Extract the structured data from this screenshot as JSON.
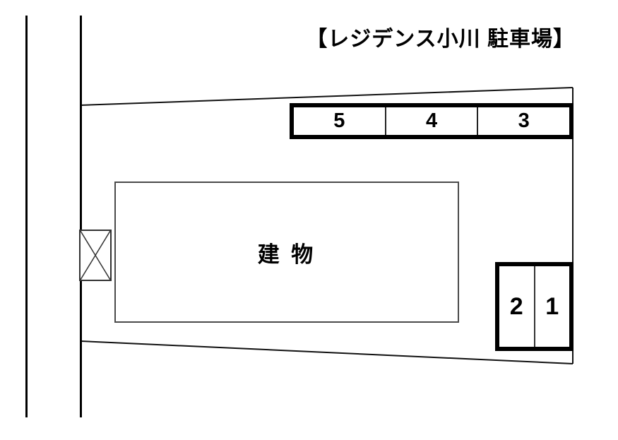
{
  "title": "【レジデンス小川 駐車場】",
  "building": {
    "label": "建 物"
  },
  "parking": {
    "top_row": {
      "spaces": [
        "5",
        "4",
        "3"
      ]
    },
    "bottom_block": {
      "spaces": [
        "2",
        "1"
      ]
    }
  },
  "colors": {
    "background": "#ffffff",
    "road_line": "#000000",
    "boundary_line": "#111111",
    "thick_block_border": "#000000",
    "building_border": "#4a4a4a",
    "text": "#000000"
  }
}
